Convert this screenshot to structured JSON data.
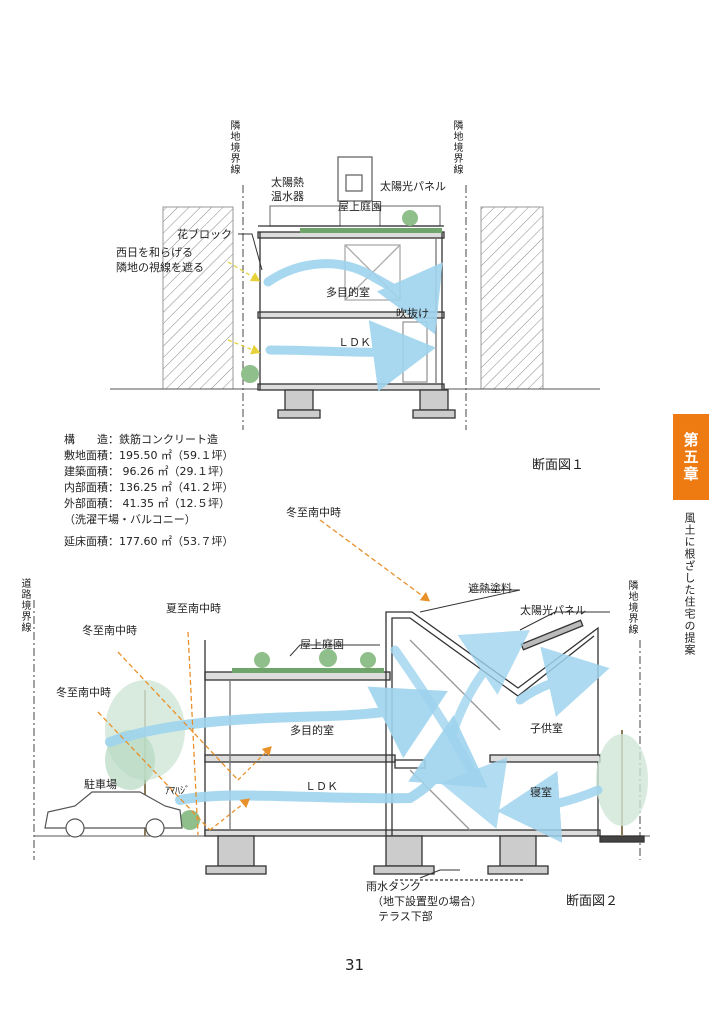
{
  "boundary_label": "隣地境界線",
  "road_boundary_label": "道路境界線",
  "section1": {
    "solar_heater": [
      "太陽熱",
      "温水器"
    ],
    "solar_panel": "太陽光パネル",
    "roof_garden": "屋上庭園",
    "flower_block": "花ブロック",
    "west_sun_note": [
      "西日を和らげる",
      "隣地の視線を遮る"
    ],
    "room_multi": "多目的室",
    "void": "吹抜け",
    "room_ldk": "ＬＤＫ",
    "caption": "断面図１"
  },
  "spec": [
    "構　　造：鉄筋コンクリート造",
    "敷地面積：195.50 ㎡（59.１坪）",
    "建築面積：  96.26 ㎡（29.１坪）",
    "内部面積：136.25 ㎡（41.２坪）",
    "外部面積：  41.35 ㎡（12.５坪）",
    "（洗濯干場・バルコニー）",
    "延床面積：177.60 ㎡（53.７坪）"
  ],
  "section2": {
    "winter_noon": "冬至南中時",
    "summer_noon": "夏至南中時",
    "heat_coating": "遮熱塗料",
    "solar_panel": "太陽光パネル",
    "roof_garden": "屋上庭園",
    "room_multi": "多目的室",
    "room_child": "子供室",
    "room_ldk": "ＬＤＫ",
    "room_bed": "寝室",
    "parking": "駐車場",
    "tree": "ｱﾏﾊｼﾞ",
    "rain_tank": [
      "雨水タンク",
      "（地下設置型の場合）",
      "テラス下部"
    ],
    "caption": "断面図２"
  },
  "chapter_tab": "第五章",
  "chapter_title": "風土に根ざした住宅の提案",
  "page_number": "31",
  "colors": {
    "air_flow": "#9fd4ee",
    "sun_ray": "#e8902a",
    "sun_ray_yellow": "#e8d23a",
    "tab": "#ee7a12",
    "green": "#6fa56a"
  }
}
